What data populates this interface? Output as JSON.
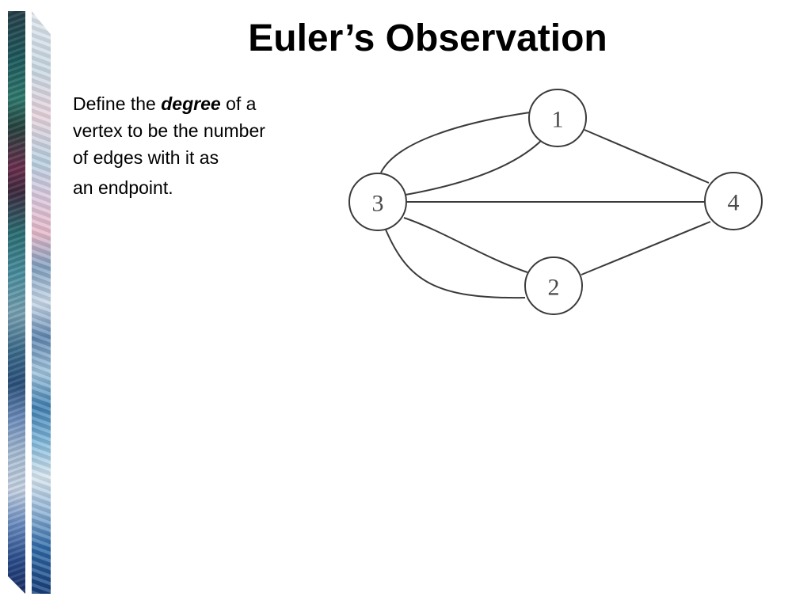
{
  "slide": {
    "title": "Euler’s Observation",
    "body": {
      "part1": "Define the ",
      "emphasis": "degree",
      "part2": " of a",
      "line2": "vertex to be the number",
      "line3": "of edges with it as",
      "line4": "an endpoint."
    }
  },
  "graph": {
    "vertices": [
      {
        "id": "1",
        "label": "1"
      },
      {
        "id": "2",
        "label": "2"
      },
      {
        "id": "3",
        "label": "3"
      },
      {
        "id": "4",
        "label": "4"
      }
    ],
    "edges": [
      {
        "from": "3",
        "to": "1"
      },
      {
        "from": "3",
        "to": "1"
      },
      {
        "from": "1",
        "to": "4"
      },
      {
        "from": "3",
        "to": "4"
      },
      {
        "from": "3",
        "to": "2"
      },
      {
        "from": "3",
        "to": "2"
      },
      {
        "from": "2",
        "to": "4"
      }
    ]
  },
  "colors": {
    "edge": "#3a3a3a",
    "vertex_label": "#4a4a4a",
    "text": "#000000"
  }
}
